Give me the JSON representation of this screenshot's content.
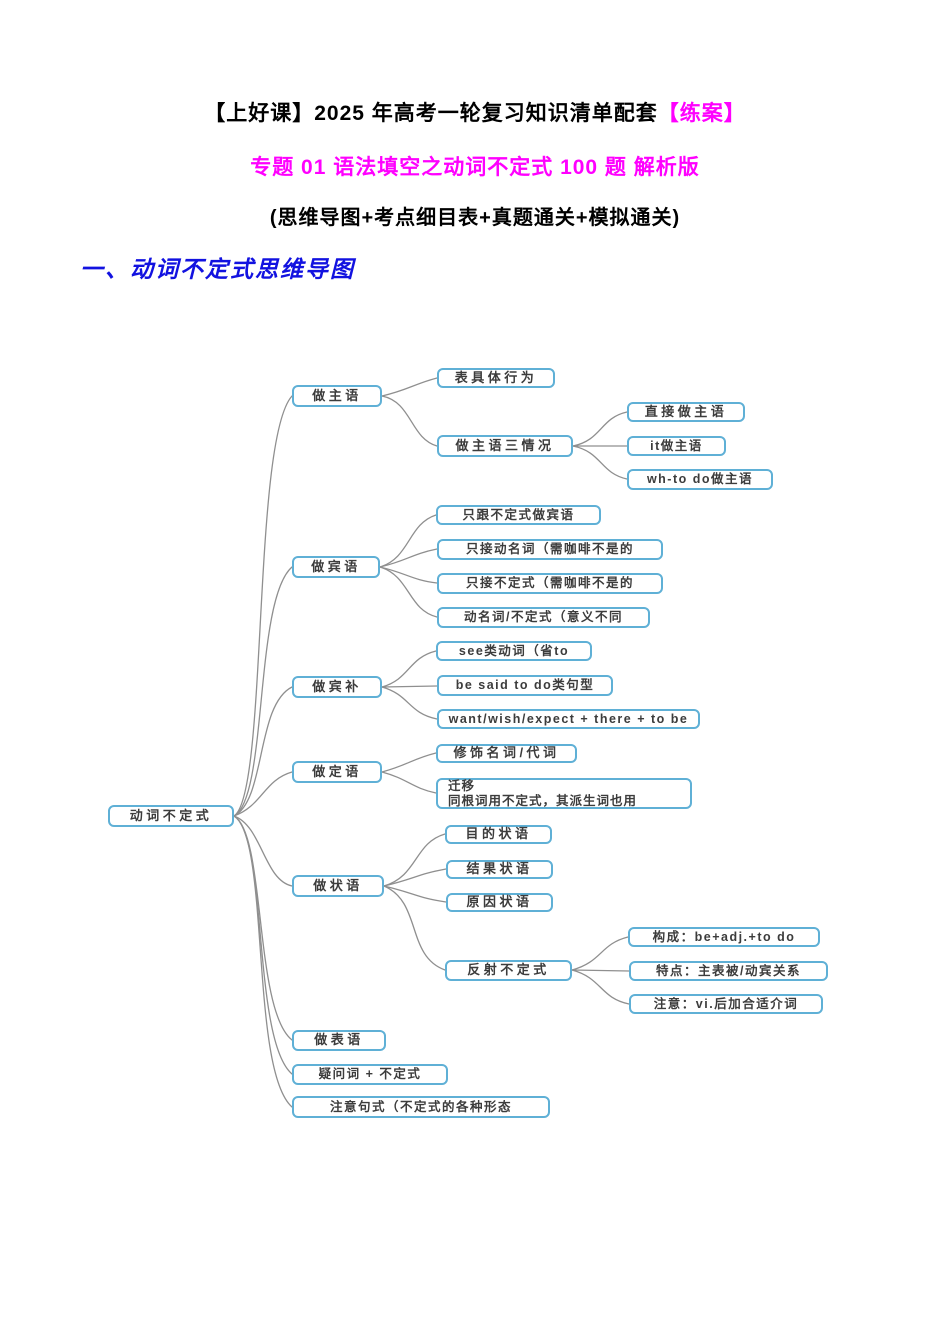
{
  "header": {
    "title_prefix": "【上好课】2025 年高考一轮复习知识清单配套",
    "title_highlight": "【练案】",
    "subtitle": "专题 01 语法填空之动词不定式 100 题 解析版",
    "subline": "(思维导图+考点细目表+真题通关+模拟通关)",
    "section_heading": "一、动词不定式思维导图"
  },
  "colors": {
    "highlight_magenta": "#ff00ff",
    "heading_blue": "#1212e0",
    "node_border_blue": "#5fb0d6",
    "connector_gray": "#8f8f8f",
    "node_text": "#3c3c3c"
  },
  "mindmap": {
    "root": "动词不定式",
    "zhuyu": "做主语",
    "biao_juti": "表具体行为",
    "zhuyu3": "做主语三情况",
    "zhijie": "直接做主语",
    "it_zhuyu": "it做主语",
    "whtodo": "wh-to do做主语",
    "binyu": "做宾语",
    "zhigen": "只跟不定式做宾语",
    "zhijie_dmc": "只接动名词（需咖啡不是的",
    "zhijie_bds": "只接不定式（需咖啡不是的",
    "dmc_bds": "动名词/不定式（意义不同",
    "binbu": "做宾补",
    "see_lei": "see类动词（省to",
    "besaid": "be said to do类句型",
    "want": "want/wish/expect + there + to be",
    "dingyu": "做定语",
    "xiushi": "修饰名词/代词",
    "qianyi": "迁移\n同根词用不定式，其派生词也用",
    "zhuangyu": "做状语",
    "mudi": "目的状语",
    "jieguo": "结果状语",
    "yuanyin": "原因状语",
    "fanshe": "反射不定式",
    "goucheng": "构成：be+adj.+to do",
    "tedian": "特点：主表被/动宾关系",
    "zhuyi_vi": "注意：vi.后加合适介词",
    "biaoyu": "做表语",
    "yiwenci": "疑问词 + 不定式",
    "zhuyi_jushi": "注意句式（不定式的各种形态"
  }
}
